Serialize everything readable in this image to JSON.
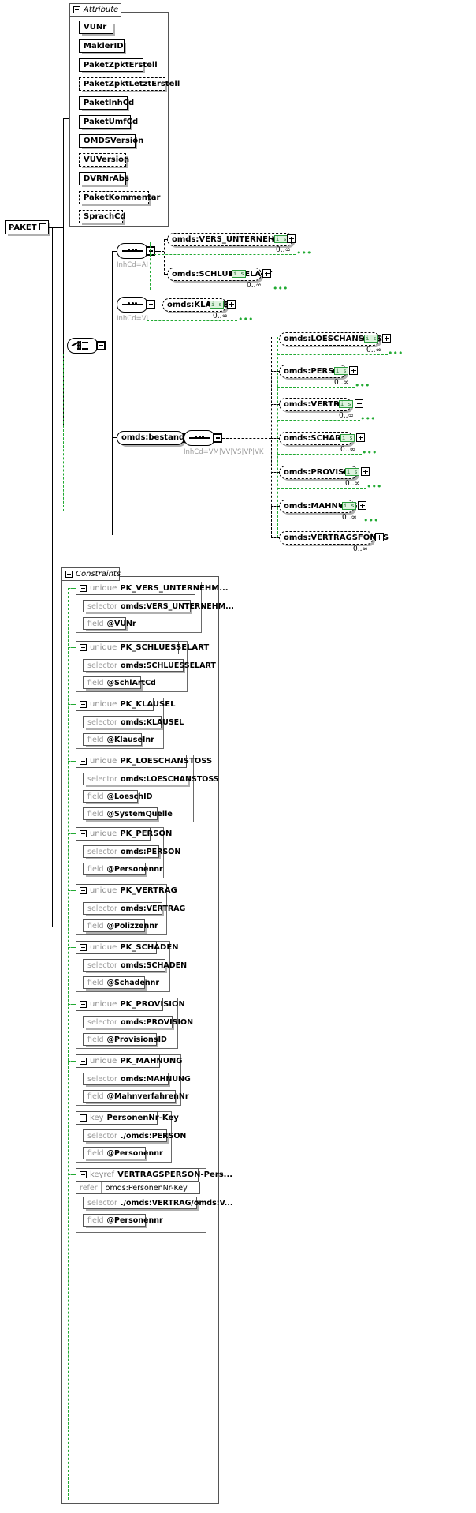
{
  "diagram": {
    "kind": "xsd-schema-diagram",
    "root": {
      "label": "PAKET"
    },
    "attribute_group": {
      "title": "Attribute",
      "toggle": "minus-icon",
      "items": [
        {
          "label": "VUNr",
          "optional": false
        },
        {
          "label": "MaklerID",
          "optional": false
        },
        {
          "label": "PaketZpktErstell",
          "optional": false
        },
        {
          "label": "PaketZpktLetztErstell",
          "optional": true
        },
        {
          "label": "PaketInhCd",
          "optional": false
        },
        {
          "label": "PaketUmfCd",
          "optional": false
        },
        {
          "label": "OMDSVersion",
          "optional": false
        },
        {
          "label": "VUVersion",
          "optional": true
        },
        {
          "label": "DVRNrAbs",
          "optional": false
        },
        {
          "label": "PaketKommentar",
          "optional": true
        },
        {
          "label": "SprachCd",
          "optional": true
        }
      ]
    },
    "compositors": {
      "choice": {
        "type": "choice",
        "label": ""
      },
      "seq_ai": {
        "type": "sequence",
        "annotation": "InhCd=AI"
      },
      "seq_vi": {
        "type": "sequence",
        "annotation": "InhCd=VI"
      },
      "seq_bestand": {
        "type": "sequence",
        "annotation": "InhCd=VM|VV|VS|VP|VK"
      }
    },
    "bestand": {
      "label": "omds:bestand"
    },
    "branch_ai": [
      {
        "label": "omds:VERS_UNTERNEHMEN",
        "badge": "i s",
        "occurrence": "0..∞",
        "expand": "plus-icon"
      },
      {
        "label": "omds:SCHLUESSELART",
        "badge": "i s",
        "occurrence": "0..∞",
        "expand": "plus-icon"
      }
    ],
    "branch_vi": [
      {
        "label": "omds:KLAUSEL",
        "badge": "i s",
        "occurrence": "0..∞",
        "expand": "plus-icon"
      }
    ],
    "branch_bestand": [
      {
        "label": "omds:LOESCHANSTOSS",
        "badge": "i s",
        "occurrence": "0..∞",
        "expand": "plus-icon"
      },
      {
        "label": "omds:PERSON",
        "badge": "i s",
        "occurrence": "0..∞",
        "expand": "plus-icon"
      },
      {
        "label": "omds:VERTRAG",
        "badge": "i s",
        "occurrence": "0..∞",
        "expand": "plus-icon"
      },
      {
        "label": "omds:SCHADEN",
        "badge": "i s",
        "occurrence": "0..∞",
        "expand": "plus-icon"
      },
      {
        "label": "omds:PROVISION",
        "badge": "i s",
        "occurrence": "0..∞",
        "expand": "plus-icon"
      },
      {
        "label": "omds:MAHNUNG",
        "badge": "i s",
        "occurrence": "0..∞",
        "expand": "plus-icon"
      },
      {
        "label": "omds:VERTRAGSFONDS",
        "badge": "",
        "occurrence": "0..∞",
        "expand": "plus-icon"
      }
    ],
    "constraints_group": {
      "title": "Constraints",
      "toggle": "minus-icon",
      "items": [
        {
          "kind": "unique",
          "name": "PK_VERS_UNTERNEHM...",
          "selector_label": "selector",
          "selector": "omds:VERS_UNTERNEHM...",
          "field_label": "field",
          "field": "@VUNr"
        },
        {
          "kind": "unique",
          "name": "PK_SCHLUESSELART",
          "selector_label": "selector",
          "selector": "omds:SCHLUESSELART",
          "field_label": "field",
          "field": "@SchlArtCd"
        },
        {
          "kind": "unique",
          "name": "PK_KLAUSEL",
          "selector_label": "selector",
          "selector": "omds:KLAUSEL",
          "field_label": "field",
          "field": "@KlauseInr"
        },
        {
          "kind": "unique",
          "name": "PK_LOESCHANSTOSS",
          "selector_label": "selector",
          "selector": "omds:LOESCHANSTOSS",
          "field_label": "field",
          "field": "@LoeschID",
          "field2_label": "field",
          "field2": "@SystemQuelle"
        },
        {
          "kind": "unique",
          "name": "PK_PERSON",
          "selector_label": "selector",
          "selector": "omds:PERSON",
          "field_label": "field",
          "field": "@Personennr"
        },
        {
          "kind": "unique",
          "name": "PK_VERTRAG",
          "selector_label": "selector",
          "selector": "omds:VERTRAG",
          "field_label": "field",
          "field": "@Polizzennr"
        },
        {
          "kind": "unique",
          "name": "PK_SCHADEN",
          "selector_label": "selector",
          "selector": "omds:SCHADEN",
          "field_label": "field",
          "field": "@Schadennr"
        },
        {
          "kind": "unique",
          "name": "PK_PROVISION",
          "selector_label": "selector",
          "selector": "omds:PROVISION",
          "field_label": "field",
          "field": "@ProvisionsID"
        },
        {
          "kind": "unique",
          "name": "PK_MAHNUNG",
          "selector_label": "selector",
          "selector": "omds:MAHNUNG",
          "field_label": "field",
          "field": "@MahnverfahrenNr"
        },
        {
          "kind": "key",
          "name": "PersonenNr-Key",
          "selector_label": "selector",
          "selector": "./omds:PERSON",
          "field_label": "field",
          "field": "@Personennr"
        },
        {
          "kind": "keyref",
          "name": "VERTRAGSPERSON-Pers...",
          "refer_label": "refer",
          "refer": "omds:PersonenNr-Key",
          "selector_label": "selector",
          "selector": "./omds:VERTRAG/omds:V...",
          "field_label": "field",
          "field": "@Personennr"
        }
      ]
    },
    "colors": {
      "line": "#000000",
      "green_dashed": "#22aa33",
      "badge_bg": "#dff3df",
      "badge_border": "#2a9b3c",
      "muted_text": "#9a9a9a",
      "frame_border": "#555555"
    }
  }
}
